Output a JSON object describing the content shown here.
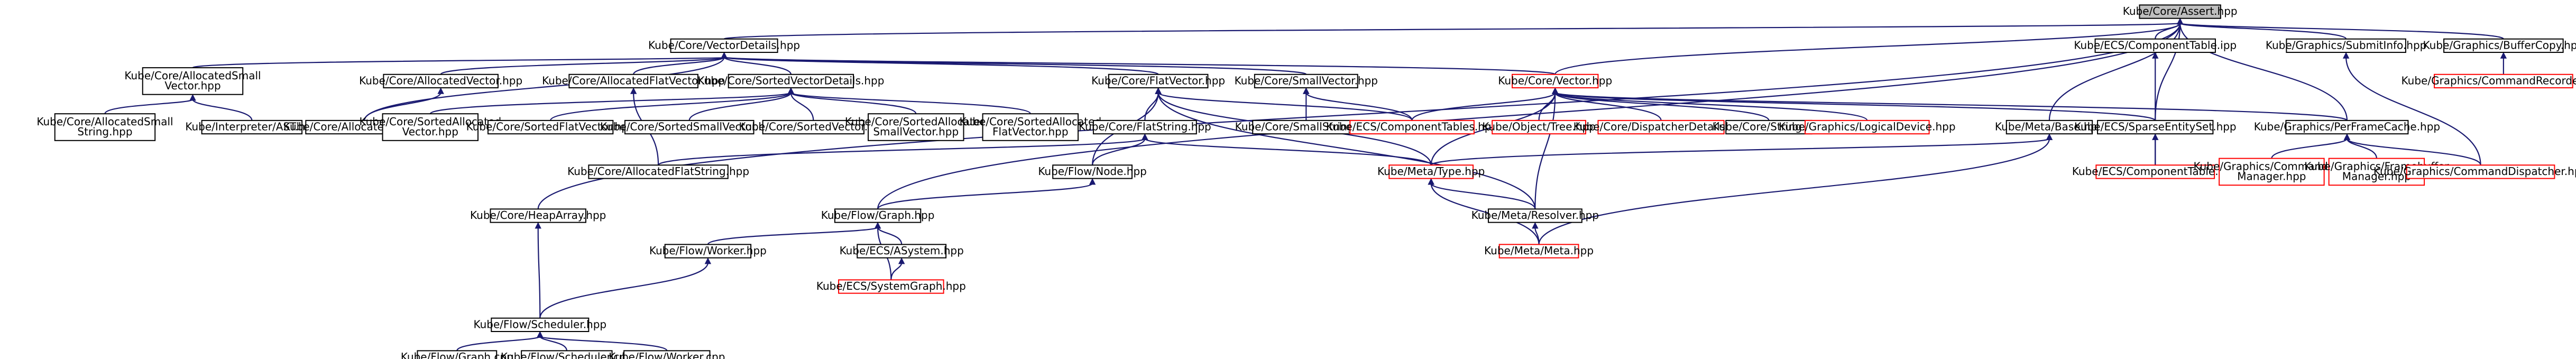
{
  "colors": {
    "background": "#ffffff",
    "edge": "#191970",
    "node_border_normal": "#000000",
    "node_border_truncated": "#ff0000",
    "node_fill_normal": "#ffffff",
    "node_fill_root": "#bfbfbf"
  },
  "nodes": [
    {
      "id": "assert",
      "lines": [
        "Kube/Core/Assert.hpp"
      ],
      "style": "root"
    },
    {
      "id": "vectordetails",
      "lines": [
        "Kube/Core/VectorDetails.hpp"
      ],
      "style": "normal"
    },
    {
      "id": "allocatedsmallvector",
      "lines": [
        "Kube/Core/AllocatedSmall",
        "Vector.hpp"
      ],
      "style": "normal"
    },
    {
      "id": "allocatedvector",
      "lines": [
        "Kube/Core/AllocatedVector.hpp"
      ],
      "style": "normal"
    },
    {
      "id": "allocatedflatvector",
      "lines": [
        "Kube/Core/AllocatedFlatVector.hpp"
      ],
      "style": "normal"
    },
    {
      "id": "sortedvectordetails",
      "lines": [
        "Kube/Core/SortedVectorDetails.hpp"
      ],
      "style": "normal"
    },
    {
      "id": "flatvector",
      "lines": [
        "Kube/Core/FlatVector.hpp"
      ],
      "style": "normal"
    },
    {
      "id": "smallvector",
      "lines": [
        "Kube/Core/SmallVector.hpp"
      ],
      "style": "normal"
    },
    {
      "id": "vector",
      "lines": [
        "Kube/Core/Vector.hpp"
      ],
      "style": "truncated"
    },
    {
      "id": "componenttable_ipp",
      "lines": [
        "Kube/ECS/ComponentTable.ipp"
      ],
      "style": "normal"
    },
    {
      "id": "submitinfo",
      "lines": [
        "Kube/Graphics/SubmitInfo.hpp"
      ],
      "style": "normal"
    },
    {
      "id": "buffercopy",
      "lines": [
        "Kube/Graphics/BufferCopy.hpp"
      ],
      "style": "normal"
    },
    {
      "id": "commandrecorder",
      "lines": [
        "Kube/Graphics/CommandRecorder.hpp"
      ],
      "style": "truncated"
    },
    {
      "id": "allocatedsmallstring",
      "lines": [
        "Kube/Core/AllocatedSmall",
        "String.hpp"
      ],
      "style": "normal"
    },
    {
      "id": "interpreterast",
      "lines": [
        "Kube/Interpreter/AST.hpp"
      ],
      "style": "normal"
    },
    {
      "id": "allocatedstring",
      "lines": [
        "Kube/Core/AllocatedString.hpp"
      ],
      "style": "normal"
    },
    {
      "id": "sortedallocatedvector",
      "lines": [
        "Kube/Core/SortedAllocated",
        "Vector.hpp"
      ],
      "style": "normal"
    },
    {
      "id": "sortedflatvector",
      "lines": [
        "Kube/Core/SortedFlatVector.hpp"
      ],
      "style": "normal"
    },
    {
      "id": "sortedsmallvector",
      "lines": [
        "Kube/Core/SortedSmallVector.hpp"
      ],
      "style": "normal"
    },
    {
      "id": "sortedvector",
      "lines": [
        "Kube/Core/SortedVector.hpp"
      ],
      "style": "normal"
    },
    {
      "id": "sortedallocatedsmallvector",
      "lines": [
        "Kube/Core/SortedAllocated",
        "SmallVector.hpp"
      ],
      "style": "normal"
    },
    {
      "id": "sortedallocatedflatvector",
      "lines": [
        "Kube/Core/SortedAllocated",
        "FlatVector.hpp"
      ],
      "style": "normal"
    },
    {
      "id": "flatstring",
      "lines": [
        "Kube/Core/FlatString.hpp"
      ],
      "style": "normal"
    },
    {
      "id": "smallstring",
      "lines": [
        "Kube/Core/SmallString.hpp"
      ],
      "style": "normal"
    },
    {
      "id": "componenttables",
      "lines": [
        "Kube/ECS/ComponentTables.hpp"
      ],
      "style": "truncated"
    },
    {
      "id": "objecttree",
      "lines": [
        "Kube/Object/Tree.hpp"
      ],
      "style": "truncated"
    },
    {
      "id": "dispatcherdetails",
      "lines": [
        "Kube/Core/DispatcherDetails.hpp"
      ],
      "style": "truncated"
    },
    {
      "id": "string",
      "lines": [
        "Kube/Core/String.hpp"
      ],
      "style": "normal"
    },
    {
      "id": "logicaldevice",
      "lines": [
        "Kube/Graphics/LogicalDevice.hpp"
      ],
      "style": "truncated"
    },
    {
      "id": "metabase",
      "lines": [
        "Kube/Meta/Base.hpp"
      ],
      "style": "normal"
    },
    {
      "id": "sparseentityset",
      "lines": [
        "Kube/ECS/SparseEntitySet.hpp"
      ],
      "style": "normal"
    },
    {
      "id": "perframecache",
      "lines": [
        "Kube/Graphics/PerFrameCache.hpp"
      ],
      "style": "normal"
    },
    {
      "id": "allocatedflatstring",
      "lines": [
        "Kube/Core/AllocatedFlatString.hpp"
      ],
      "style": "normal"
    },
    {
      "id": "flownode",
      "lines": [
        "Kube/Flow/Node.hpp"
      ],
      "style": "normal"
    },
    {
      "id": "metatype",
      "lines": [
        "Kube/Meta/Type.hpp"
      ],
      "style": "truncated"
    },
    {
      "id": "componenttable_hpp",
      "lines": [
        "Kube/ECS/ComponentTable.hpp"
      ],
      "style": "truncated"
    },
    {
      "id": "commandpoolmanager",
      "lines": [
        "Kube/Graphics/CommandPool",
        "Manager.hpp"
      ],
      "style": "truncated"
    },
    {
      "id": "framebuffermanager",
      "lines": [
        "Kube/Graphics/Framebuffer",
        "Manager.hpp"
      ],
      "style": "truncated"
    },
    {
      "id": "commanddispatcher",
      "lines": [
        "Kube/Graphics/CommandDispatcher.hpp"
      ],
      "style": "truncated"
    },
    {
      "id": "heaparray",
      "lines": [
        "Kube/Core/HeapArray.hpp"
      ],
      "style": "normal"
    },
    {
      "id": "flowgraph_hpp",
      "lines": [
        "Kube/Flow/Graph.hpp"
      ],
      "style": "normal"
    },
    {
      "id": "metaresolver",
      "lines": [
        "Kube/Meta/Resolver.hpp"
      ],
      "style": "normal"
    },
    {
      "id": "flowworker_hpp",
      "lines": [
        "Kube/Flow/Worker.hpp"
      ],
      "style": "normal"
    },
    {
      "id": "iecssystem",
      "lines": [
        "Kube/ECS/ASystem.hpp"
      ],
      "style": "normal"
    },
    {
      "id": "metameta",
      "lines": [
        "Kube/Meta/Meta.hpp"
      ],
      "style": "truncated"
    },
    {
      "id": "systemgraph",
      "lines": [
        "Kube/ECS/SystemGraph.hpp"
      ],
      "style": "truncated"
    },
    {
      "id": "flowscheduler_hpp",
      "lines": [
        "Kube/Flow/Scheduler.hpp"
      ],
      "style": "normal"
    },
    {
      "id": "flowgraph_cpp",
      "lines": [
        "Kube/Flow/Graph.cpp"
      ],
      "style": "normal"
    },
    {
      "id": "flowscheduler_cpp",
      "lines": [
        "Kube/Flow/Scheduler.cpp"
      ],
      "style": "normal"
    },
    {
      "id": "flowworker_cpp",
      "lines": [
        "Kube/Flow/Worker.cpp"
      ],
      "style": "normal"
    }
  ],
  "edges": [
    [
      "vectordetails",
      "assert"
    ],
    [
      "vector",
      "assert"
    ],
    [
      "componenttable_ipp",
      "assert"
    ],
    [
      "submitinfo",
      "assert"
    ],
    [
      "buffercopy",
      "assert"
    ],
    [
      "metabase",
      "assert"
    ],
    [
      "sparseentityset",
      "assert"
    ],
    [
      "perframecache",
      "assert"
    ],
    [
      "heaparray",
      "assert"
    ],
    [
      "flowgraph_hpp",
      "assert"
    ],
    [
      "allocatedsmallvector",
      "vectordetails"
    ],
    [
      "allocatedvector",
      "vectordetails"
    ],
    [
      "allocatedflatvector",
      "vectordetails"
    ],
    [
      "sortedvectordetails",
      "vectordetails"
    ],
    [
      "flatvector",
      "vectordetails"
    ],
    [
      "smallvector",
      "vectordetails"
    ],
    [
      "vector",
      "vectordetails"
    ],
    [
      "allocatedstring",
      "vectordetails"
    ],
    [
      "commandrecorder",
      "buffercopy"
    ],
    [
      "commanddispatcher",
      "submitinfo"
    ],
    [
      "allocatedsmallstring",
      "allocatedsmallvector"
    ],
    [
      "interpreterast",
      "allocatedsmallvector"
    ],
    [
      "allocatedstring",
      "allocatedvector"
    ],
    [
      "allocatedflatstring",
      "allocatedflatvector"
    ],
    [
      "sortedallocatedvector",
      "sortedvectordetails"
    ],
    [
      "sortedflatvector",
      "sortedvectordetails"
    ],
    [
      "sortedsmallvector",
      "sortedvectordetails"
    ],
    [
      "sortedvector",
      "sortedvectordetails"
    ],
    [
      "sortedallocatedsmallvector",
      "sortedvectordetails"
    ],
    [
      "sortedallocatedflatvector",
      "sortedvectordetails"
    ],
    [
      "flatstring",
      "flatvector"
    ],
    [
      "flownode",
      "flatvector"
    ],
    [
      "metatype",
      "flatvector"
    ],
    [
      "metaresolver",
      "flatvector"
    ],
    [
      "componenttables",
      "flatvector"
    ],
    [
      "smallstring",
      "smallvector"
    ],
    [
      "componenttables",
      "smallvector"
    ],
    [
      "componenttables",
      "vector"
    ],
    [
      "objecttree",
      "vector"
    ],
    [
      "dispatcherdetails",
      "vector"
    ],
    [
      "string",
      "vector"
    ],
    [
      "logicaldevice",
      "vector"
    ],
    [
      "sparseentityset",
      "vector"
    ],
    [
      "perframecache",
      "vector"
    ],
    [
      "metatype",
      "vector"
    ],
    [
      "metaresolver",
      "vector"
    ],
    [
      "componenttable_hpp",
      "componenttable_ipp"
    ],
    [
      "componenttable_hpp",
      "sparseentityset"
    ],
    [
      "allocatedflatstring",
      "flatstring"
    ],
    [
      "flownode",
      "flatstring"
    ],
    [
      "metatype",
      "flatstring"
    ],
    [
      "flowgraph_hpp",
      "flownode"
    ],
    [
      "metatype",
      "metabase"
    ],
    [
      "metameta",
      "metabase"
    ],
    [
      "metaresolver",
      "metatype"
    ],
    [
      "metameta",
      "metatype"
    ],
    [
      "metameta",
      "metaresolver"
    ],
    [
      "commandpoolmanager",
      "perframecache"
    ],
    [
      "framebuffermanager",
      "perframecache"
    ],
    [
      "commanddispatcher",
      "perframecache"
    ],
    [
      "flowscheduler_hpp",
      "heaparray"
    ],
    [
      "flowworker_hpp",
      "flowgraph_hpp"
    ],
    [
      "iecssystem",
      "flowgraph_hpp"
    ],
    [
      "systemgraph",
      "flowgraph_hpp"
    ],
    [
      "flowscheduler_hpp",
      "flowworker_hpp"
    ],
    [
      "systemgraph",
      "iecssystem"
    ],
    [
      "flowgraph_cpp",
      "flowscheduler_hpp"
    ],
    [
      "flowscheduler_cpp",
      "flowscheduler_hpp"
    ],
    [
      "flowworker_cpp",
      "flowscheduler_hpp"
    ]
  ]
}
